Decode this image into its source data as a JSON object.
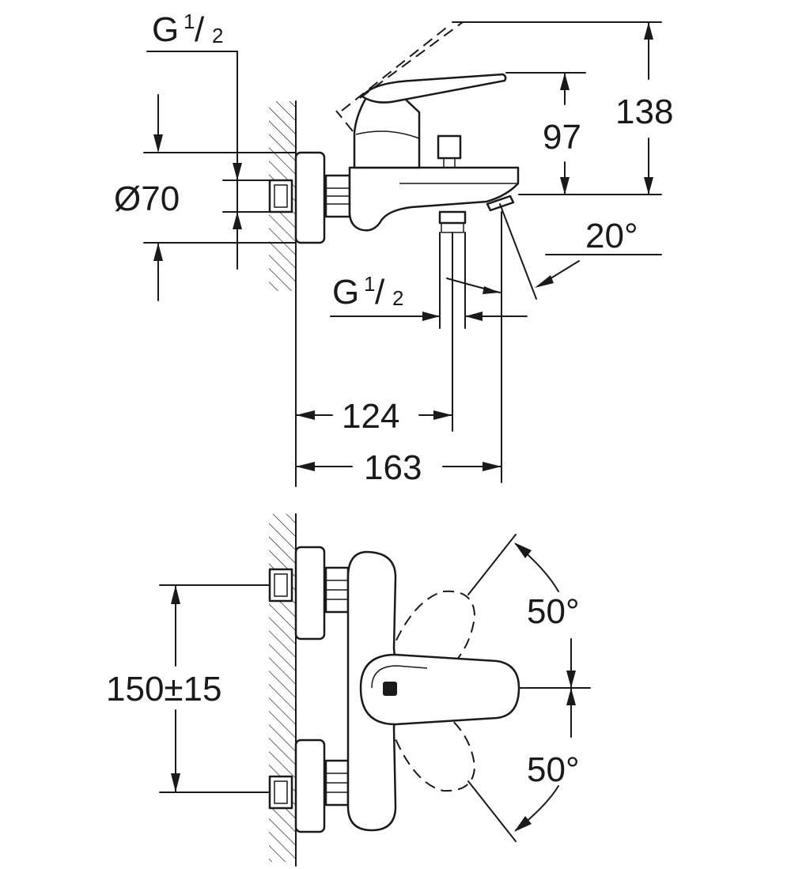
{
  "dimensions": {
    "g_top": {
      "g": "G",
      "num": "1",
      "den": "2"
    },
    "g_bottom": {
      "g": "G",
      "num": "1",
      "den": "2"
    },
    "diameter": "Ø70",
    "height_total": "138",
    "height_handle": "97",
    "spout_angle": "20°",
    "outlet_distance": "124",
    "total_depth": "163",
    "inlet_spacing": "150±15",
    "handle_angle_up": "50°",
    "handle_angle_down": "50°"
  },
  "colors": {
    "line": "#1a1a1a",
    "background": "#ffffff"
  }
}
